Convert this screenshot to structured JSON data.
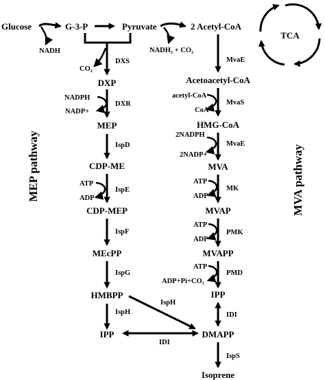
{
  "top_row": {
    "glucose": "Glucose",
    "g3p": "G-3-P",
    "pyruvate": "Pyruvate",
    "acetyl_coa": "2 Acetyl-CoA",
    "nadh": "NADH",
    "nadh2_co2": "NADH₂ + CO₂",
    "tca": "TCA"
  },
  "mep": {
    "title": "MEP pathway",
    "co2": "CO₂",
    "nodes": {
      "dxp": "DXP",
      "mep": "MEP",
      "cdp_me": "CDP-ME",
      "cdp_mep": "CDP-MEP",
      "mecpp": "MEcPP",
      "hmbpp": "HMBPP",
      "ipp": "IPP"
    },
    "enzymes": {
      "dxs": "DXS",
      "dxr": "DXR",
      "ispd": "IspD",
      "ispe": "IspE",
      "ispf": "IspF",
      "ispg": "IspG",
      "isph_down": "IspH",
      "isph_diag": "IspH",
      "idi": "IDI"
    },
    "cofactors": {
      "nadph": "NADPH",
      "nadp": "NADP+",
      "atp": "ATP",
      "adp": "ADP"
    }
  },
  "mva": {
    "title": "MVA pathway",
    "nodes": {
      "acetoacetyl_coa": "Acetoacetyl-CoA",
      "hmg_coa": "HMG-CoA",
      "mva": "MVA",
      "mvap": "MVAP",
      "mvapp": "MVAPP",
      "ipp": "IPP",
      "dmapp": "DMAPP",
      "isoprene": "Isoprene"
    },
    "enzymes": {
      "mvae_1": "MvaE",
      "mvas": "MvaS",
      "mvae_2": "MvaE",
      "mk": "MK",
      "pmk": "PMK",
      "pmd": "PMD",
      "idi": "IDI",
      "isps": "IspS"
    },
    "cofactors": {
      "acetyl_coa": "acetyl-CoA",
      "coa": "CoA",
      "nadph2": "2NADPH",
      "nadp2": "2NADP+",
      "atp_1": "ATP",
      "adp_1": "ADP",
      "atp_2": "ATP",
      "adp_2": "ADP",
      "atp_3": "ATP",
      "adp_pi_co2": "ADP+Pi+CO₂"
    }
  }
}
